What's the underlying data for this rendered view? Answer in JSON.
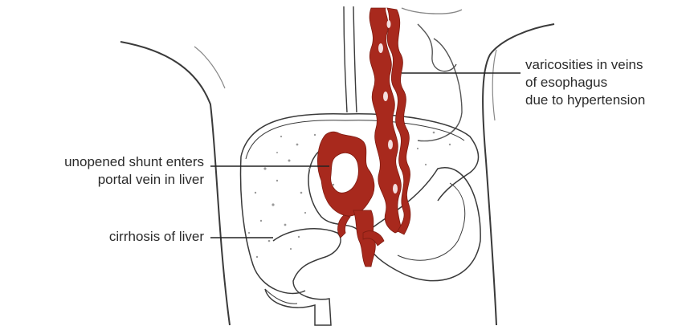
{
  "labels": {
    "varicosities": {
      "lines": [
        "varicosities in veins",
        "of esophagus",
        "due to hypertension"
      ]
    },
    "shunt": {
      "lines": [
        "unopened shunt enters",
        "portal vein in liver"
      ]
    },
    "cirrhosis": {
      "lines": [
        "cirrhosis of liver"
      ]
    }
  },
  "colors": {
    "vein": "#a8291d",
    "outline": "#3a3a3a",
    "leader": "#222222",
    "stipple": "#9a9a9a"
  }
}
